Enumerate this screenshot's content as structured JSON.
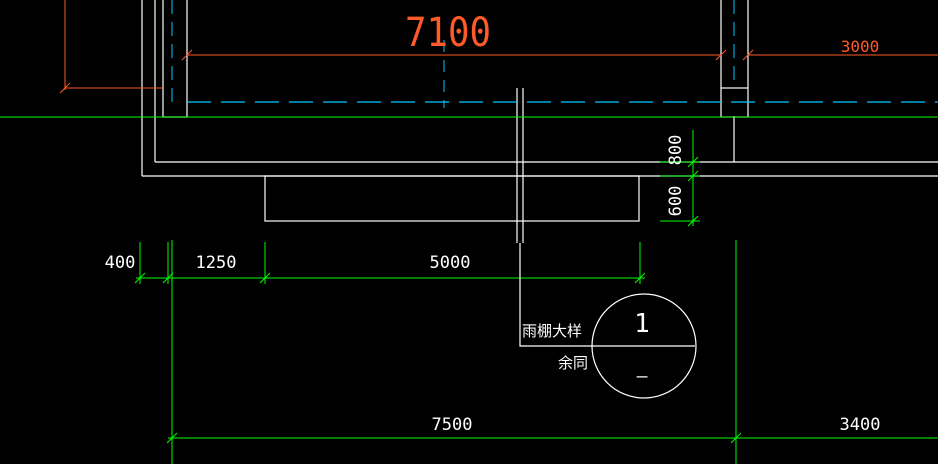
{
  "colors": {
    "background": "#000000",
    "wall": "#ffffff",
    "dimension": "#00ff00",
    "dimension_red": "#ff5a2a",
    "axis": "#00c8ff"
  },
  "dimensions": {
    "top_span": "7100",
    "top_right_span": "3000",
    "left_offset": "400",
    "left_span": "1250",
    "canopy_width": "5000",
    "vertical_upper": "800",
    "vertical_lower": "600",
    "bottom_span": "7500",
    "bottom_right_span": "3400"
  },
  "detail_callout": {
    "title": "雨棚大样",
    "note": "余同",
    "detail_number": "1",
    "sheet_reference": "—"
  }
}
